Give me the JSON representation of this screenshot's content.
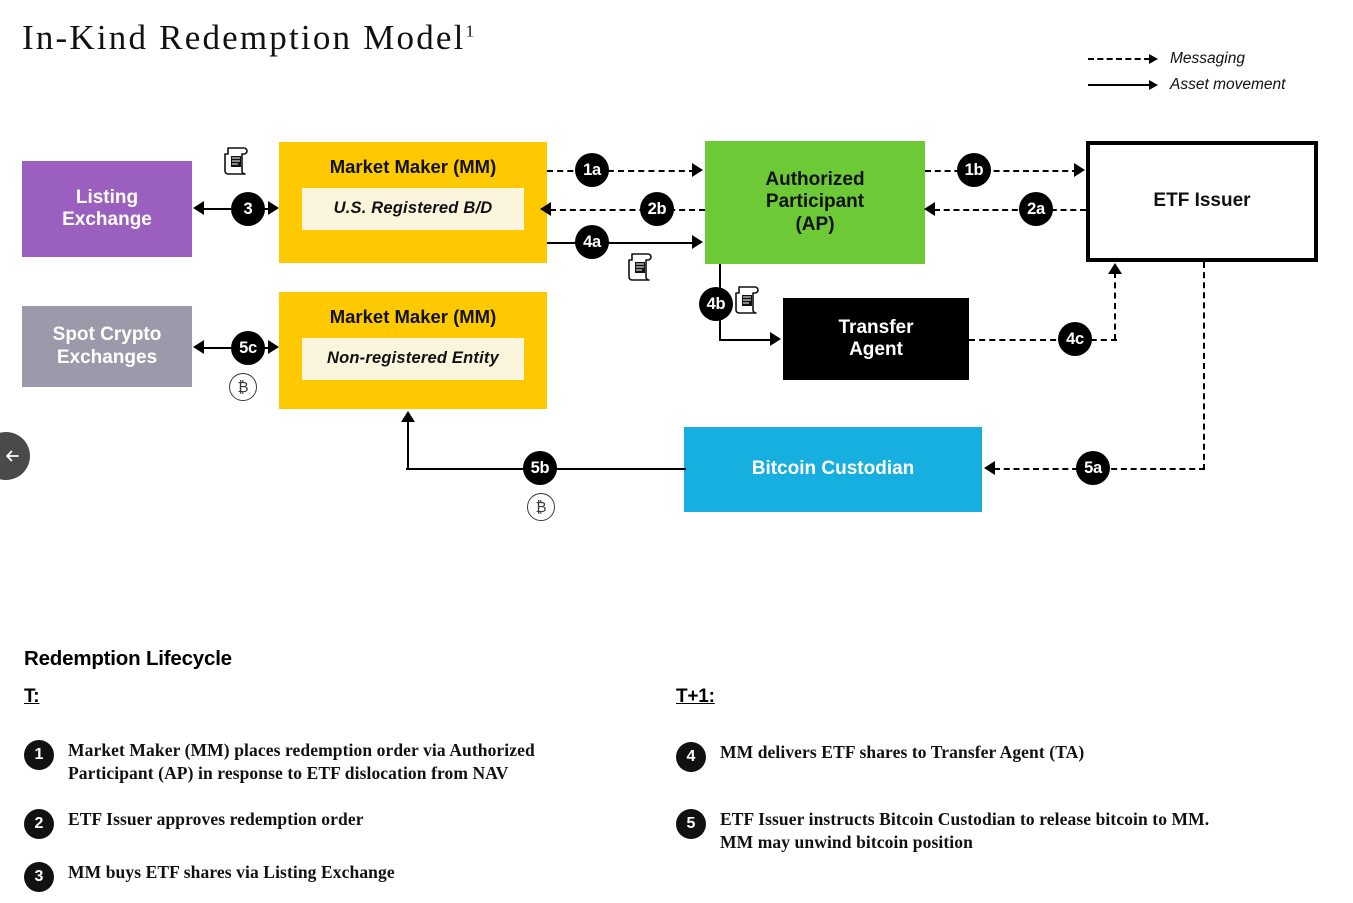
{
  "title": {
    "text": "In-Kind Redemption Model",
    "footnote": "1"
  },
  "legend": {
    "items": [
      {
        "style": "dashed",
        "label": "Messaging",
        "icon": "dashed-arrow-icon"
      },
      {
        "style": "solid",
        "label": "Asset movement",
        "icon": "solid-arrow-icon"
      }
    ]
  },
  "diagram": {
    "nodes": {
      "listing_exchange": {
        "label": "Listing\nExchange",
        "color": "#9B5FC0"
      },
      "spot_crypto": {
        "label": "Spot Crypto\nExchanges",
        "color": "#9A9AAB"
      },
      "mm_top": {
        "label": "Market Maker (MM)",
        "sub": "U.S. Registered  B/D",
        "color": "#FFC900"
      },
      "mm_bottom": {
        "label": "Market Maker (MM)",
        "sub": "Non-registered Entity",
        "color": "#FFC900"
      },
      "authorized_part": {
        "label": "Authorized\nParticipant\n(AP)",
        "color": "#6DC936"
      },
      "transfer_agent": {
        "label": "Transfer\nAgent",
        "color": "#000000"
      },
      "etf_issuer": {
        "label": "ETF Issuer",
        "color": "#FFFFFF"
      },
      "bitcoin_custodian": {
        "label": "Bitcoin Custodian",
        "color": "#17AEE0"
      }
    },
    "badges": {
      "b1a": "1a",
      "b1b": "1b",
      "b2a": "2a",
      "b2b": "2b",
      "b3": "3",
      "b4a": "4a",
      "b4b": "4b",
      "b4c": "4c",
      "b5a": "5a",
      "b5b": "5b",
      "b5c": "5c"
    },
    "tokens": {
      "bitcoin": "₿"
    }
  },
  "lifecycle": {
    "title": "Redemption Lifecycle",
    "columns": [
      {
        "header": "T:",
        "steps": [
          {
            "num": "1",
            "text": "Market Maker (MM) places redemption order via Authorized\nParticipant (AP) in response to ETF dislocation from NAV"
          },
          {
            "num": "2",
            "text": "ETF Issuer approves redemption order"
          },
          {
            "num": "3",
            "text": "MM buys ETF shares via Listing Exchange"
          }
        ]
      },
      {
        "header": "T+1:",
        "steps": [
          {
            "num": "4",
            "text": "MM delivers ETF shares to Transfer Agent (TA)"
          },
          {
            "num": "5",
            "text": "ETF Issuer instructs Bitcoin Custodian to release bitcoin to MM.\nMM may unwind bitcoin position"
          }
        ]
      }
    ]
  },
  "nav": {
    "back_label": "←"
  }
}
